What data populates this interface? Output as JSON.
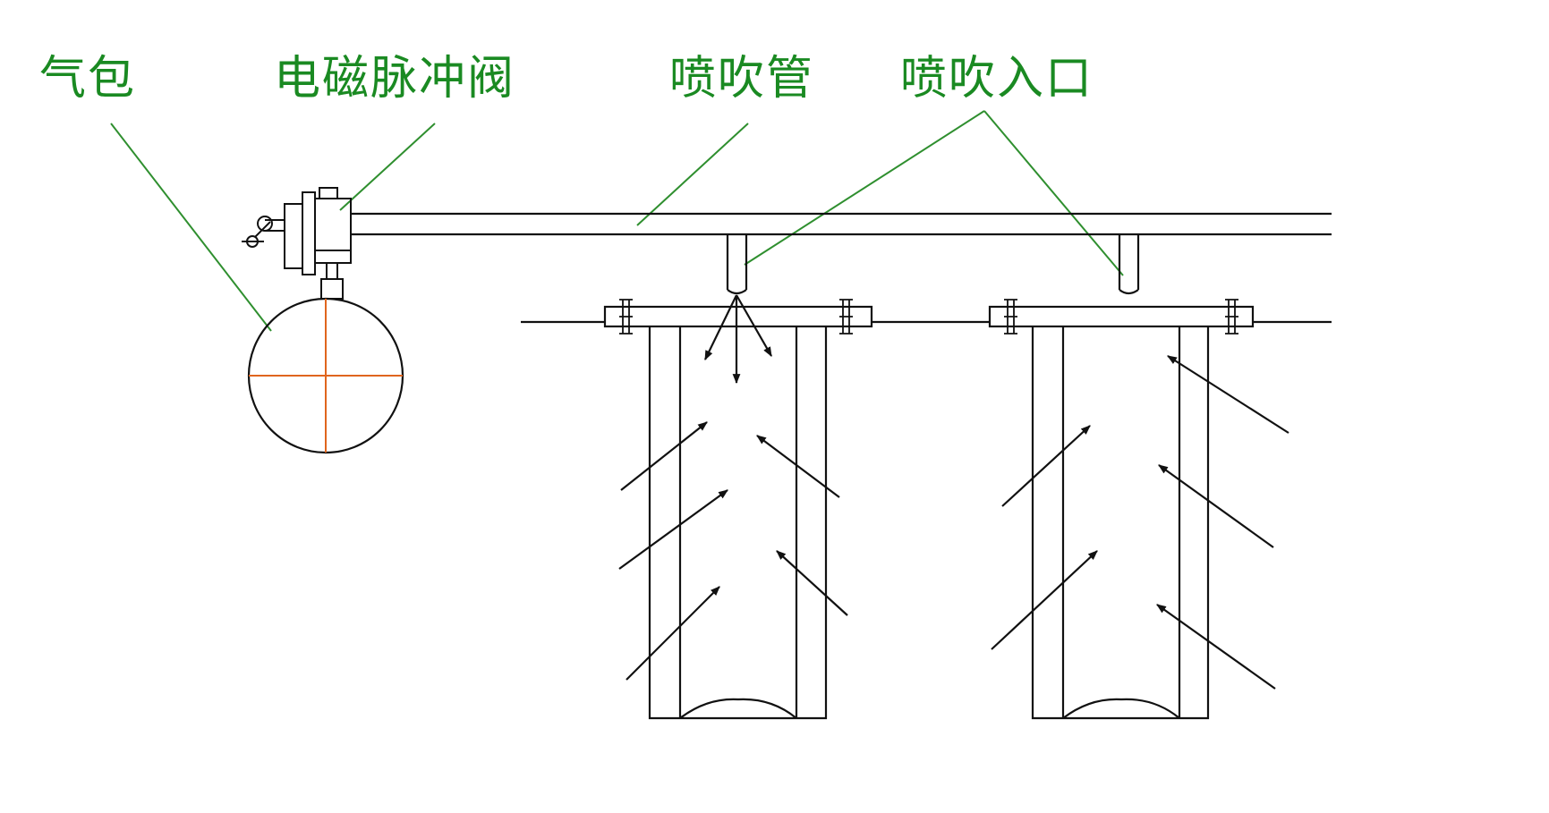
{
  "labels": {
    "air_drum": "气包",
    "pulse_valve": "电磁脉冲阀",
    "blow_pipe": "喷吹管",
    "blow_inlet": "喷吹入口"
  },
  "colors": {
    "label_text": "#1a8a22",
    "leader_line": "#2f8f2f",
    "drawing_line": "#111111",
    "centerline": "#e0651e",
    "background": "#ffffff"
  }
}
